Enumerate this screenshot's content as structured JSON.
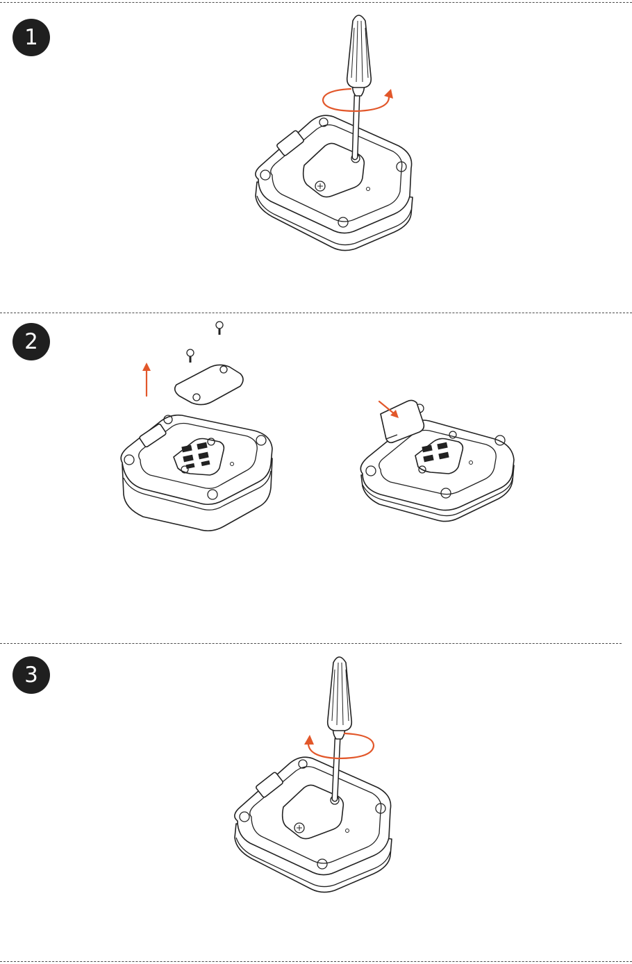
{
  "steps": [
    {
      "number": "1",
      "illustration": "screwdriver-unscrew-cover"
    },
    {
      "number": "2",
      "illustration": "remove-cover-insert-sim"
    },
    {
      "number": "3",
      "illustration": "screwdriver-screw-cover"
    }
  ],
  "colors": {
    "badge": "#1f1f1f",
    "line": "#222222",
    "accent": "#e2572a",
    "separator": "#4a4a4a"
  },
  "icons": [
    "screwdriver-icon",
    "rotate-arrow-icon",
    "screw-icon",
    "lift-arrow-icon",
    "insert-arrow-icon",
    "sim-card-icon"
  ]
}
